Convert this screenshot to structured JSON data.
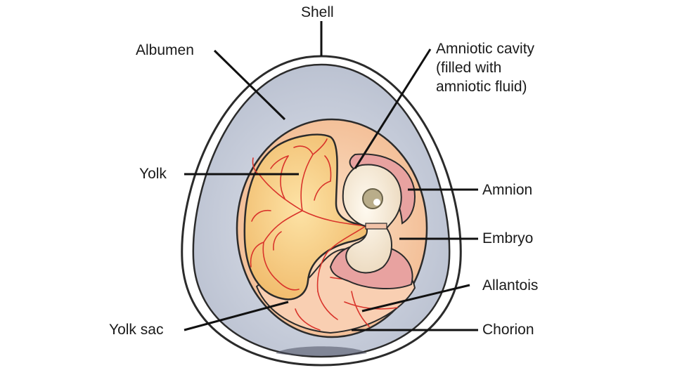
{
  "labels": {
    "shell": "Shell",
    "albumen": "Albumen",
    "amniotic_cavity": [
      "Amniotic cavity",
      "(filled with",
      "amniotic fluid)"
    ],
    "yolk": "Yolk",
    "amnion": "Amnion",
    "embryo": "Embryo",
    "allantois": "Allantois",
    "yolk_sac": "Yolk sac",
    "chorion": "Chorion"
  },
  "colors": {
    "shell_outline": "#2b2b2b",
    "albumen": "#c9cfdc",
    "chorion_fill": "#f7c9a3",
    "yolk": "#f5c87a",
    "blood_vessel": "#d9342b",
    "amnion": "#e8a2a0",
    "embryo": "#f6ead8",
    "leader_line": "#111111"
  },
  "icons": {
    "egg": "egg-cross-section-illustration"
  }
}
